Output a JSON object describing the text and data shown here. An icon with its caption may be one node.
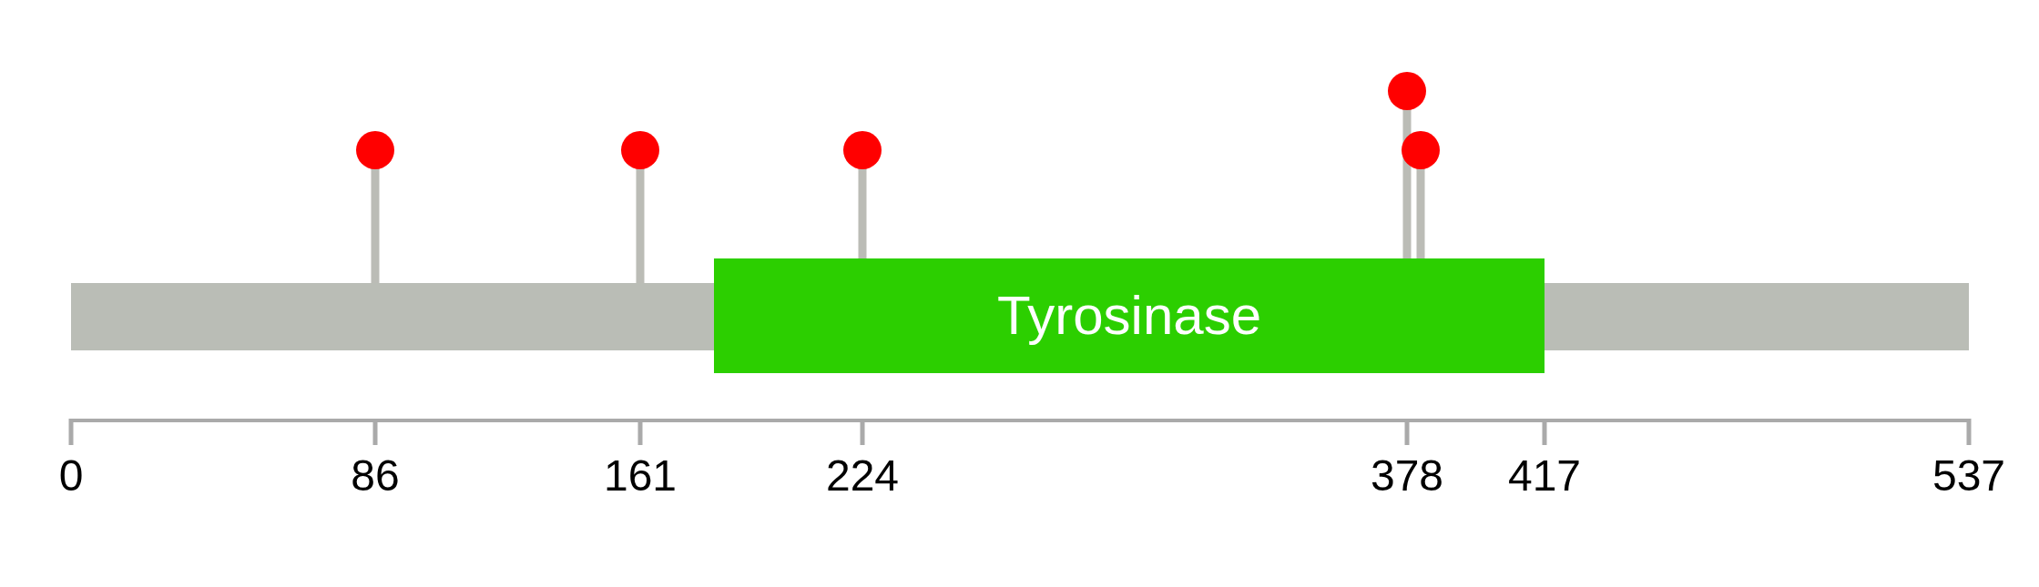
{
  "diagram": {
    "nodes": [
      {
        "text": [],
        "shape": "bar"
      },
      {
        "text": [
          "Tyrosinase"
        ]
      },
      {
        "text": [],
        "shape": "bar"
      }
    ],
    "labels": [
      "0",
      "86",
      "161",
      "224",
      "378",
      "417",
      "537"
    ]
  }
}
